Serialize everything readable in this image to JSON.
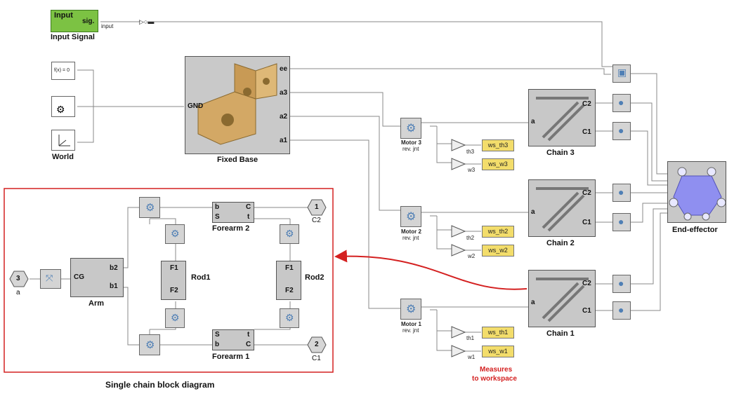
{
  "input_signal": {
    "block_text_top": "Input",
    "block_text_right": "sig.",
    "label": "Input Signal",
    "out_port": "input"
  },
  "world": {
    "label": "World",
    "fx_text": "f(x) = 0"
  },
  "fixed_base": {
    "label": "Fixed Base",
    "port_gnd": "GND",
    "ports": [
      "ee",
      "a3",
      "a2",
      "a1"
    ]
  },
  "chains": [
    {
      "label": "Chain 3",
      "port_a": "a",
      "port_c2": "C2",
      "port_c1": "C1"
    },
    {
      "label": "Chain 2",
      "port_a": "a",
      "port_c2": "C2",
      "port_c1": "C1"
    },
    {
      "label": "Chain 1",
      "port_a": "a",
      "port_c2": "C2",
      "port_c1": "C1"
    }
  ],
  "motors": [
    {
      "label_line1": "Motor 3",
      "label_line2": "rev. jnt",
      "gain_th": "th3",
      "gain_w": "w3",
      "ws_th": "ws_th3",
      "ws_w": "ws_w3"
    },
    {
      "label_line1": "Motor 2",
      "label_line2": "rev. jnt",
      "gain_th": "th2",
      "gain_w": "w2",
      "ws_th": "ws_th2",
      "ws_w": "ws_w2"
    },
    {
      "label_line1": "Motor 1",
      "label_line2": "rev. jnt",
      "gain_th": "th1",
      "gain_w": "w1",
      "ws_th": "ws_th1",
      "ws_w": "ws_w1"
    }
  ],
  "end_effector": {
    "label": "End-effector"
  },
  "annotation": {
    "line1": "Measures",
    "line2": "to workspace"
  },
  "chain_diagram": {
    "caption": "Single chain block diagram",
    "inport": {
      "num": "3",
      "name": "a"
    },
    "out_c2": {
      "num": "1",
      "name": "C2"
    },
    "out_c1": {
      "num": "2",
      "name": "C1"
    },
    "arm": {
      "label": "Arm",
      "port_cg": "CG",
      "port_b2": "b2",
      "port_b1": "b1"
    },
    "forearm2": {
      "label": "Forearm 2",
      "p_b": "b",
      "p_s": "S",
      "p_c": "C",
      "p_t": "t"
    },
    "forearm1": {
      "label": "Forearm 1",
      "p_s": "S",
      "p_b": "b",
      "p_t": "t",
      "p_c": "C"
    },
    "rod1": {
      "label": "Rod1",
      "p_f1": "F1",
      "p_f2": "F2"
    },
    "rod2": {
      "label": "Rod2",
      "p_f1": "F1",
      "p_f2": "F2"
    }
  },
  "colors": {
    "highlight": "#d42020",
    "measure_block": "#f3dd6b",
    "input_block": "#7cc243",
    "block_gray": "#c8c8c8",
    "end_effector": "#8f8ff0"
  }
}
